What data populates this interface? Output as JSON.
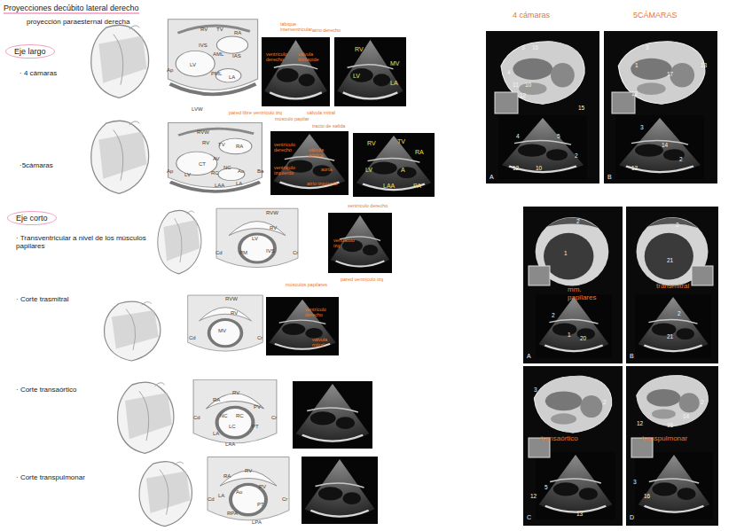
{
  "diagram": {
    "title": "Proyecciones decúbito lateral derecho",
    "nodes": [
      {
        "text": [
          "Eje largo"
        ]
      },
      {
        "text": [
          "Eje corto"
        ]
      }
    ],
    "labels": [
      "proyección paraesternal derecha",
      "· 4 cámaras",
      "Ap",
      "RV",
      "TV",
      "RA",
      "IVS",
      "AML",
      "IAS",
      "LV",
      "PML",
      "LA",
      "LVW",
      "tabique interventricular",
      "atrio derecho",
      "ventrículo derecho",
      "válvula tricúspide",
      "pared libre ventrículo izq",
      "músculo papilar",
      "válvula mitral",
      "RV",
      "MV",
      "LV",
      "LA",
      "·5cámaras",
      "Ap",
      "RVW",
      "RV",
      "TV",
      "RA",
      "Ba",
      "CT",
      "AV",
      "NC",
      "RC",
      "Ao",
      "LV",
      "LA",
      "LAA",
      "tracto de salida",
      "ventrículo derecho",
      "válvula aórtica",
      "ventrículo izquierdo",
      "aorta",
      "atrio izquierdo",
      "RV",
      "TV",
      "RA",
      "LV",
      "A",
      "LAA",
      "PA",
      "· Transventricular a nivel de los músculos papilares",
      "RVW",
      "RV",
      "LV",
      "PM",
      "Cd",
      "Cr",
      "IVS",
      "ventrículo derecho",
      "ventrículo izq",
      "músculos papilares",
      "pared ventrículo izq",
      "· Corte trasmitral",
      "RVW",
      "RV",
      "MV",
      "Cd",
      "Cr",
      "ventrículo derecho",
      "válvula mitral",
      "· Corte transaórtico",
      "RA",
      "RV",
      "PV",
      "NC",
      "RC",
      "LC",
      "PT",
      "LA",
      "LAA",
      "Cd",
      "Cr",
      "· Corte transpulmonar",
      "RA",
      "RV",
      "LA",
      "Ao",
      "PV",
      "RPA",
      "PT",
      "LPA",
      "Cd",
      "Cr",
      "4 cámaras",
      "5CÁMARAS",
      "A",
      "B",
      "mm. papilares",
      "transmitral",
      "transaórtico",
      "transpulmonar",
      "A",
      "B",
      "C",
      "D",
      "3",
      "16",
      "4",
      "11",
      "10",
      "12",
      "15",
      "4",
      "5",
      "2",
      "10",
      "12",
      "3",
      "1",
      "17",
      "12",
      "13",
      "3",
      "14",
      "2",
      "12",
      "1",
      "2",
      "2",
      "1",
      "20",
      "2",
      "21",
      "2",
      "21",
      "3",
      "2",
      "5",
      "12",
      "13",
      "2",
      "16",
      "14",
      "12",
      "3",
      "16"
    ]
  }
}
